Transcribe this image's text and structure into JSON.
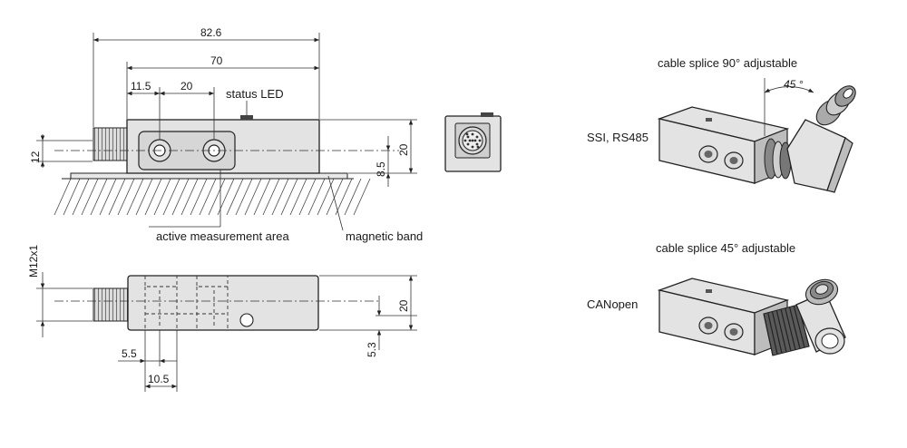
{
  "dimensions": {
    "overall_length": "82.6",
    "body_length": "70",
    "offset_first_sensor": "11.5",
    "sensor_pitch": "20",
    "connector_height": "12",
    "height": "20",
    "band_offset": "8.5",
    "connector_thread": "M12x1",
    "bottom_height": "20",
    "bottom_offset": "5.3",
    "bottom_5_5": "5.5",
    "bottom_10_5": "10.5"
  },
  "labels": {
    "status_led": "status LED",
    "active_area": "active measurement area",
    "magnetic_band": "magnetic band"
  },
  "variants": [
    {
      "title": "cable splice 90° adjustable",
      "interface": "SSI, RS485",
      "angle": "45 °"
    },
    {
      "title": "cable splice 45° adjustable",
      "interface": "CANopen"
    }
  ]
}
